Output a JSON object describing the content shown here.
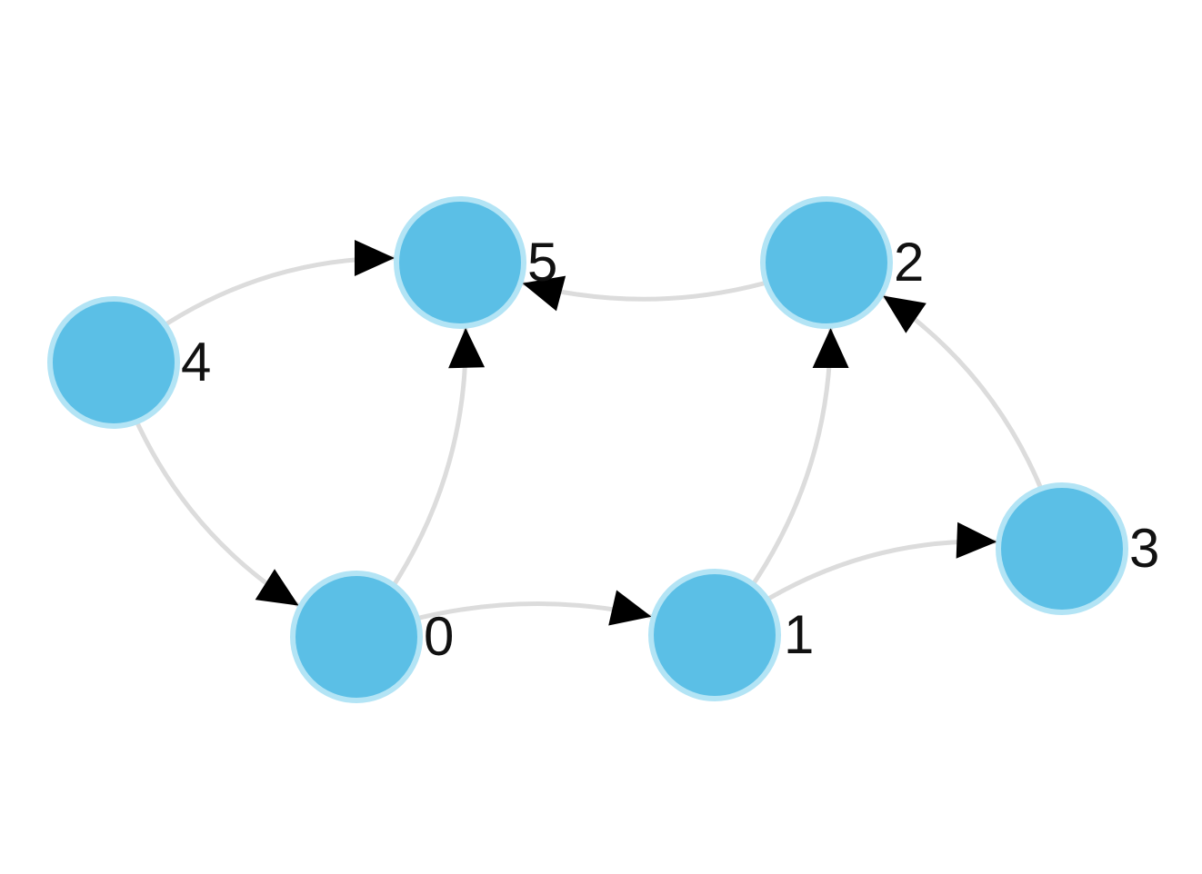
{
  "graph": {
    "directed": true,
    "colors": {
      "node_fill": "#5bbfe6",
      "node_stroke": "#b3e4f5",
      "edge": "#dcdcdc",
      "arrow": "#000000",
      "label": "#111111"
    },
    "nodes": [
      {
        "id": "0",
        "label": "0"
      },
      {
        "id": "1",
        "label": "1"
      },
      {
        "id": "2",
        "label": "2"
      },
      {
        "id": "3",
        "label": "3"
      },
      {
        "id": "4",
        "label": "4"
      },
      {
        "id": "5",
        "label": "5"
      }
    ],
    "edges": [
      {
        "source": "4",
        "target": "5"
      },
      {
        "source": "4",
        "target": "0"
      },
      {
        "source": "0",
        "target": "5"
      },
      {
        "source": "0",
        "target": "1"
      },
      {
        "source": "2",
        "target": "5"
      },
      {
        "source": "1",
        "target": "2"
      },
      {
        "source": "1",
        "target": "3"
      },
      {
        "source": "3",
        "target": "2"
      }
    ]
  }
}
